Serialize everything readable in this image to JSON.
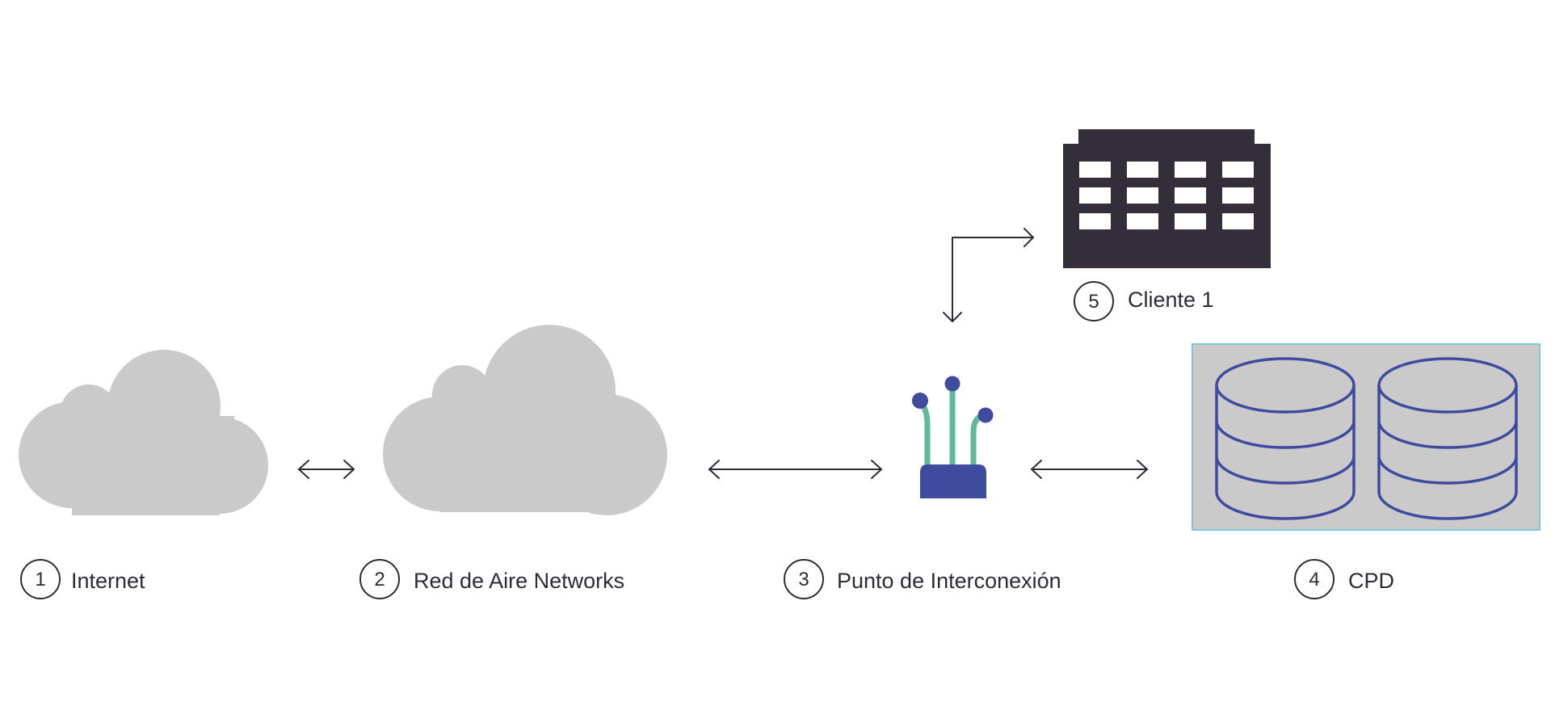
{
  "nodes": {
    "internet": {
      "number": "1",
      "label": "Internet"
    },
    "aire_network": {
      "number": "2",
      "label": "Red de Aire Networks"
    },
    "interconnect": {
      "number": "3",
      "label": "Punto de Interconexión"
    },
    "cpd": {
      "number": "4",
      "label": "CPD"
    },
    "client": {
      "number": "5",
      "label": "Cliente 1"
    }
  },
  "colors": {
    "cloud": "#cbcacb",
    "ink": "#2f2a36",
    "building": "#342d3a",
    "router_body": "#3f4b9f",
    "router_antenna": "#5fb99a",
    "cpd_background": "#cbcacb",
    "cpd_border": "#7ec8cf",
    "cpd_stroke": "#3f4b9f"
  },
  "icons": {
    "internet": "cloud-icon",
    "aire_network": "cloud-icon",
    "interconnect": "router-icon",
    "cpd": "database-icon",
    "client": "office-building-icon"
  }
}
